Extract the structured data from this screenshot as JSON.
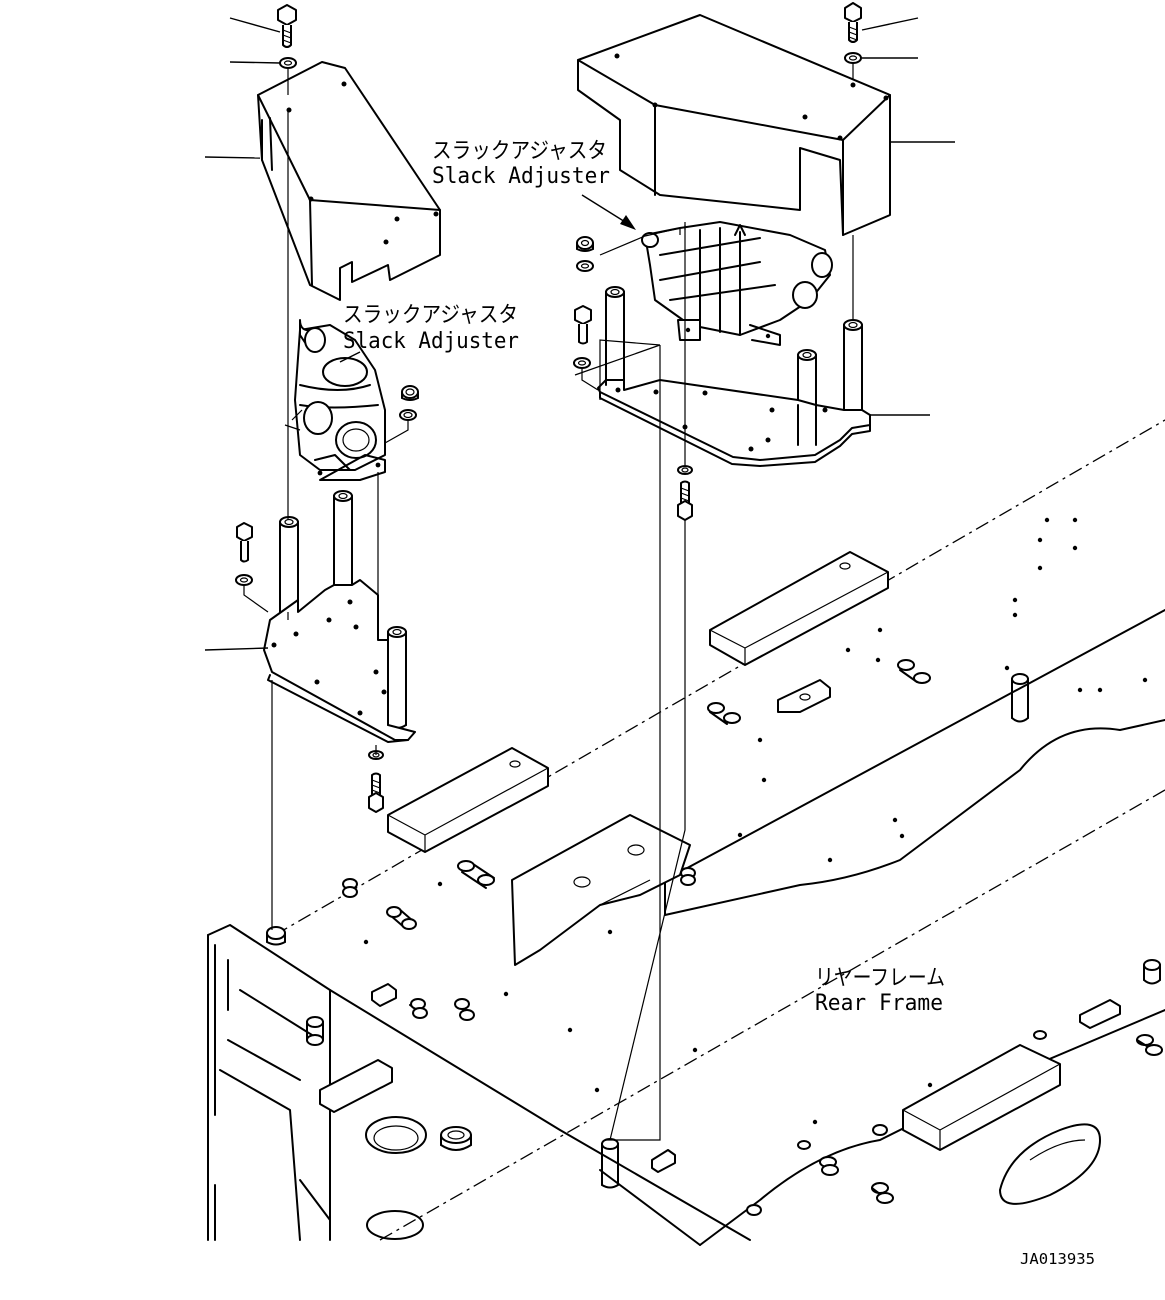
{
  "labels": {
    "left_jp": "スラックアジャスタ",
    "left_en": "Slack Adjuster",
    "right_jp": "スラックアジャスタ",
    "right_en": "Slack Adjuster",
    "frame_jp": "リヤーフレーム",
    "frame_en": "Rear Frame",
    "drawing_id": "JA013935"
  }
}
